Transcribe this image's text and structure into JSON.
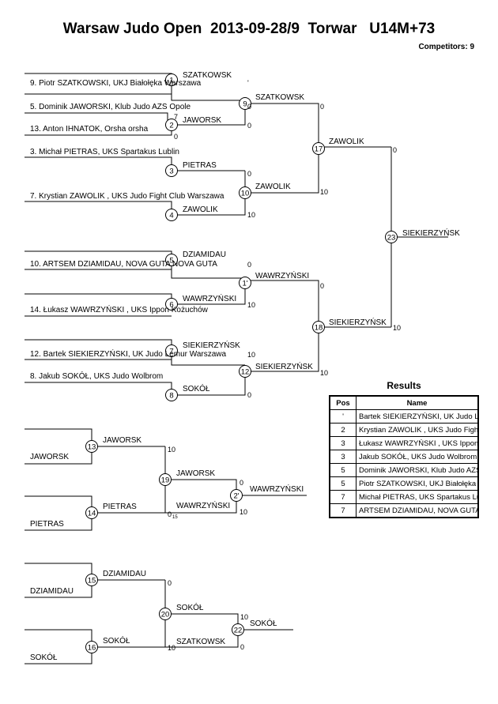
{
  "header": {
    "title": "Warsaw Judo Open  2013-09-28/9  Torwar   U14M+73",
    "competitors": "Competitors: 9"
  },
  "competitors": [
    "9. Piotr SZATKOWSKI, UKJ Białołęka Warszawa",
    "5. Dominik JAWORSKI, Klub Judo AZS Opole",
    "13. Anton IHNATOK, Orsha orsha",
    "3. Michał PIETRAS, UKS Spartakus Lublin",
    "7. Krystian ZAWOLIK , UKS Judo Fight Club Warszawa",
    "10. ARTSEM DZIAMIDAU, NOVA GUTA NOVA GUTA",
    "14. Łukasz WAWRZYŃSKI , UKS Ippon  Kożuchów",
    "12. Bartek SIEKIERZYŃSKI, UK Judo Lemur Warszawa",
    "8. Jakub SOKÓŁ, UKS Judo  Wolbrom"
  ],
  "bouts": {
    "b1": {
      "number": "1",
      "winner": "SZATKOWSK",
      "score_top": "",
      "score_bottom": "'"
    },
    "b2": {
      "number": "2",
      "winner": "JAWORSK",
      "score_top": "7",
      "score_bottom": "0"
    },
    "b3": {
      "number": "3",
      "winner": "PIETRAS"
    },
    "b4": {
      "number": "4",
      "winner": "ZAWOLIK"
    },
    "b5": {
      "number": "5",
      "winner": "DZIAMIDAU"
    },
    "b6": {
      "number": "6",
      "winner": "WAWRZYŃSKI"
    },
    "b7": {
      "number": "7",
      "winner": "SIEKIERZYŃSK"
    },
    "b8": {
      "number": "8",
      "winner": "SOKÓŁ"
    },
    "b9": {
      "number": "9",
      "winner": "SZATKOWSK",
      "score_top": "0",
      "score_bottom": "0"
    },
    "b10": {
      "number": "10",
      "winner": "ZAWOLIK",
      "score_top": "0",
      "score_bottom": "10"
    },
    "b11": {
      "number": "1'",
      "winner": "WAWRZYŃSKI",
      "score_top": "0",
      "score_bottom": "10"
    },
    "b12": {
      "number": "12",
      "winner": "SIEKIERZYŃSK",
      "score_top": "10",
      "score_bottom": "0"
    },
    "b17": {
      "number": "17",
      "winner": "ZAWOLIK",
      "score_top": "0",
      "score_bottom": "10"
    },
    "b18": {
      "number": "18",
      "winner": "SIEKIERZYŃSK",
      "score_top": "0",
      "score_bottom": "10"
    },
    "b23": {
      "number": "23",
      "winner": "SIEKIERZYŃSK",
      "score_top": "0",
      "score_bottom": "10"
    }
  },
  "repechage": {
    "r1": {
      "entrant_top": "JAWORSK",
      "entrant_bottom": "PIETRAS",
      "b13": {
        "number": "13",
        "winner": "JAWORSK"
      },
      "b14": {
        "number": "14",
        "winner": "PIETRAS"
      },
      "b19": {
        "number": "19",
        "winner": "JAWORSK",
        "score_top": "10",
        "score_bottom": "0",
        "score_extra": "15"
      },
      "b21": {
        "number": "2'",
        "winner": "WAWRZYŃSKI",
        "score_top": "0",
        "score_bottom": "10"
      },
      "lower_name": "WAWRZYŃSKI"
    },
    "r2": {
      "entrant_top": "DZIAMIDAU",
      "entrant_bottom": "SOKÓŁ",
      "b15": {
        "number": "15",
        "winner": "DZIAMIDAU"
      },
      "b16": {
        "number": "16",
        "winner": "SOKÓŁ"
      },
      "b20": {
        "number": "20",
        "winner": "SOKÓŁ",
        "score_top": "0",
        "score_bottom": "10"
      },
      "b22": {
        "number": "22",
        "winner": "SOKÓŁ",
        "score_top": "10",
        "score_bottom": "0"
      },
      "lower_name": "SZATKOWSK"
    }
  },
  "results": {
    "title": "Results",
    "headers": [
      "Pos",
      "Name"
    ],
    "rows": [
      {
        "pos": "'",
        "name": "Bartek SIEKIERZYŃSKI, UK Judo Lemur"
      },
      {
        "pos": "2",
        "name": "Krystian ZAWOLIK , UKS Judo Fight"
      },
      {
        "pos": "3",
        "name": "Łukasz WAWRZYŃSKI , UKS Ippon"
      },
      {
        "pos": "3",
        "name": "Jakub SOKÓŁ, UKS Judo  Wolbrom"
      },
      {
        "pos": "5",
        "name": "Dominik JAWORSKI, Klub Judo AZS O"
      },
      {
        "pos": "5",
        "name": "Piotr SZATKOWSKI, UKJ Białołęka W"
      },
      {
        "pos": "7",
        "name": "Michał PIETRAS, UKS Spartakus Lubl"
      },
      {
        "pos": "7",
        "name": "ARTSEM DZIAMIDAU, NOVA GUTA N"
      }
    ]
  }
}
